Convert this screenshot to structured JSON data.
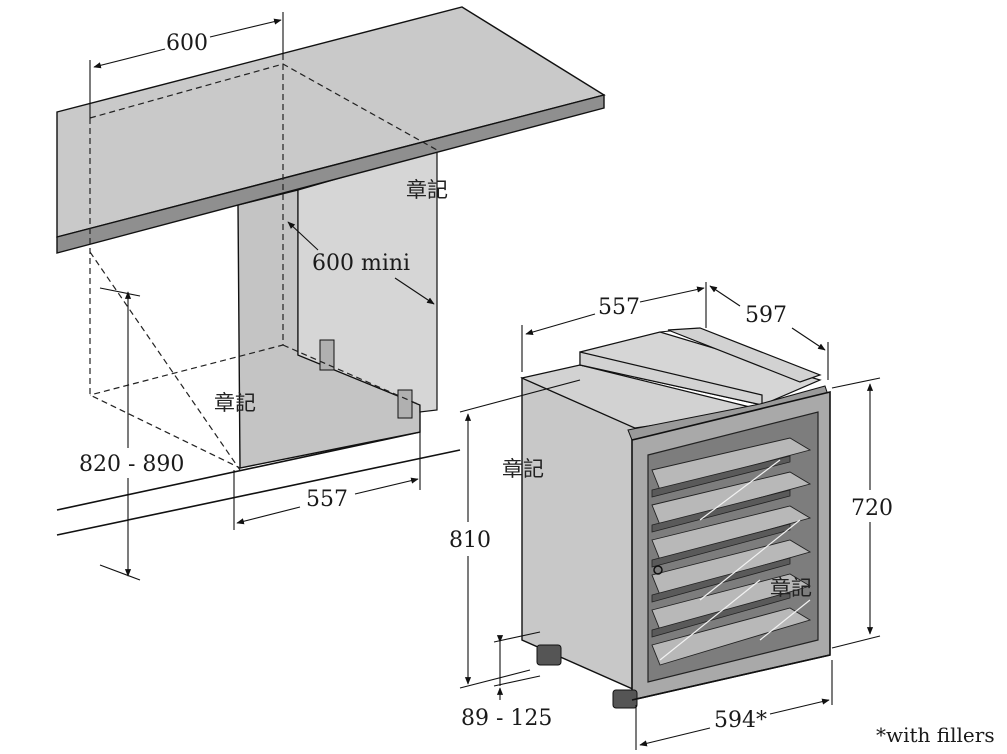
{
  "dimensions": {
    "top_width": "600",
    "niche_depth": "600 mini",
    "niche_height": "820 - 890",
    "niche_inner_width": "557",
    "unit_width": "557",
    "unit_depth": "597",
    "unit_height_total": "810",
    "door_height": "720",
    "plinth_height": "89 - 125",
    "front_width": "594*"
  },
  "labels": {
    "mark_1": "章記",
    "mark_2": "章記",
    "mark_3": "章記",
    "mark_4": "章記"
  },
  "footnote": "*with fillers"
}
